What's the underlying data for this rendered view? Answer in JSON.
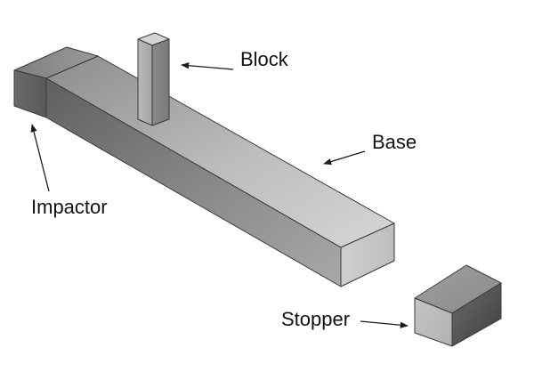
{
  "labels": {
    "block": "Block",
    "base": "Base",
    "impactor": "Impactor",
    "stopper": "Stopper"
  },
  "colors": {
    "background": "#ffffff",
    "outline": "#3a3a3a",
    "face_light": "#c9c9c9",
    "face_mid": "#9c9c9c",
    "face_dark": "#6e6e6e",
    "arrow": "#1a1a1a"
  }
}
